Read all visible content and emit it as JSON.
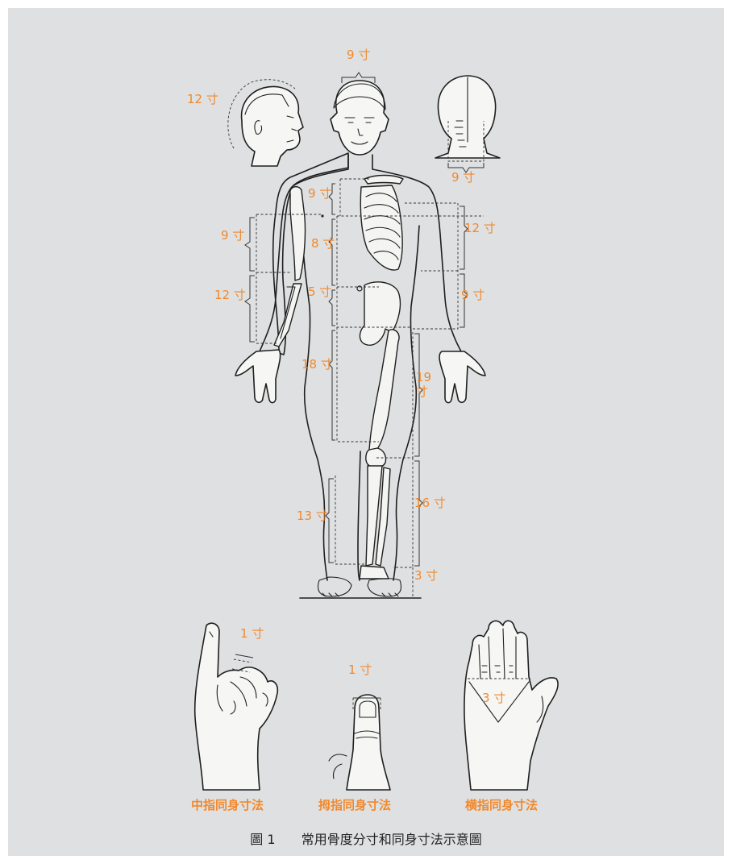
{
  "figure": {
    "measurements": [
      {
        "id": "head_width",
        "text": "9 寸"
      },
      {
        "id": "head_side",
        "text": "12 寸"
      },
      {
        "id": "neck_back",
        "text": "9 寸"
      },
      {
        "id": "chest_top",
        "text": "9 寸"
      },
      {
        "id": "upper_arm",
        "text": "9 寸"
      },
      {
        "id": "chest_mid",
        "text": "8 寸"
      },
      {
        "id": "upper_arm_right",
        "text": "12 寸"
      },
      {
        "id": "forearm",
        "text": "12 寸"
      },
      {
        "id": "abdomen",
        "text": "5 寸"
      },
      {
        "id": "forearm_right",
        "text": "9 寸"
      },
      {
        "id": "thigh_inner",
        "text": "18 寸"
      },
      {
        "id": "thigh_outer_num",
        "text": "19"
      },
      {
        "id": "thigh_outer_unit",
        "text": "寸"
      },
      {
        "id": "shin_outer",
        "text": "16 寸"
      },
      {
        "id": "shin_inner",
        "text": "13 寸"
      },
      {
        "id": "ankle",
        "text": "3 寸"
      },
      {
        "id": "finger_middle",
        "text": "1 寸"
      },
      {
        "id": "finger_thumb",
        "text": "1 寸"
      },
      {
        "id": "finger_four",
        "text": "3 寸"
      }
    ],
    "methods": [
      {
        "id": "middle_finger",
        "text": "中指同身寸法"
      },
      {
        "id": "thumb",
        "text": "拇指同身寸法"
      },
      {
        "id": "four_finger",
        "text": "横指同身寸法"
      }
    ],
    "caption": {
      "number": "圖 1",
      "title": "常用骨度分寸和同身寸法示意圖"
    }
  },
  "colors": {
    "label": "#f0892e",
    "background": "#dfe0e1",
    "line": "#1f1f1f"
  }
}
